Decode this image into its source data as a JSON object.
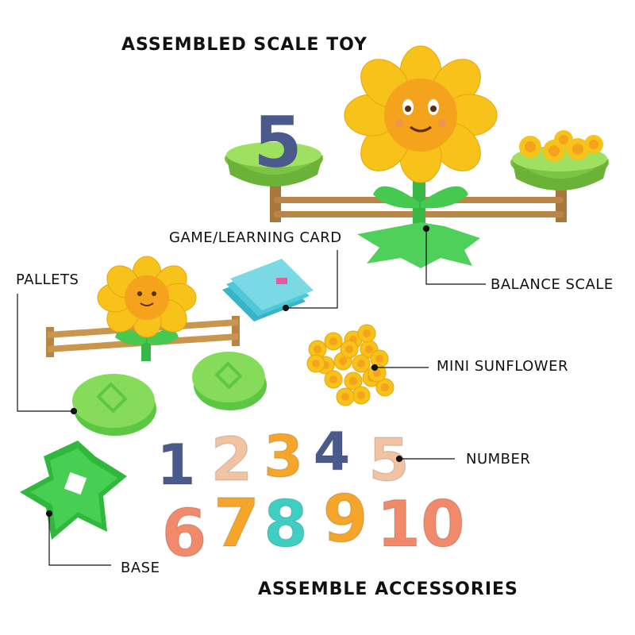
{
  "headings": {
    "top": "ASSEMBLED SCALE TOY",
    "bottom": "ASSEMBLE ACCESSORIES"
  },
  "labels": {
    "game_card": "GAME/LEARNING CARD",
    "pallets": "PALLETS",
    "balance_scale": "BALANCE SCALE",
    "mini_sunflower": "MINI SUNFLOWER",
    "number": "NUMBER",
    "base": "BASE"
  },
  "scale_number": "5",
  "numbers": [
    "1",
    "2",
    "3",
    "4",
    "5",
    "6",
    "7",
    "8",
    "9",
    "10"
  ],
  "colors": {
    "petal": "#f7c21a",
    "petal_dark": "#e8a50c",
    "face": "#f5a21c",
    "leaf": "#3fc64a",
    "leaf_dark": "#2ea83a",
    "tray": "#8ad34a",
    "beam": "#a9773a",
    "card": "#4fc9d8",
    "num_navy": "#4b5a8c",
    "num_peach": "#f1c3a2",
    "num_orange": "#f4a52a",
    "num_salmon": "#f08a6a",
    "num_teal": "#3fcfc2"
  }
}
